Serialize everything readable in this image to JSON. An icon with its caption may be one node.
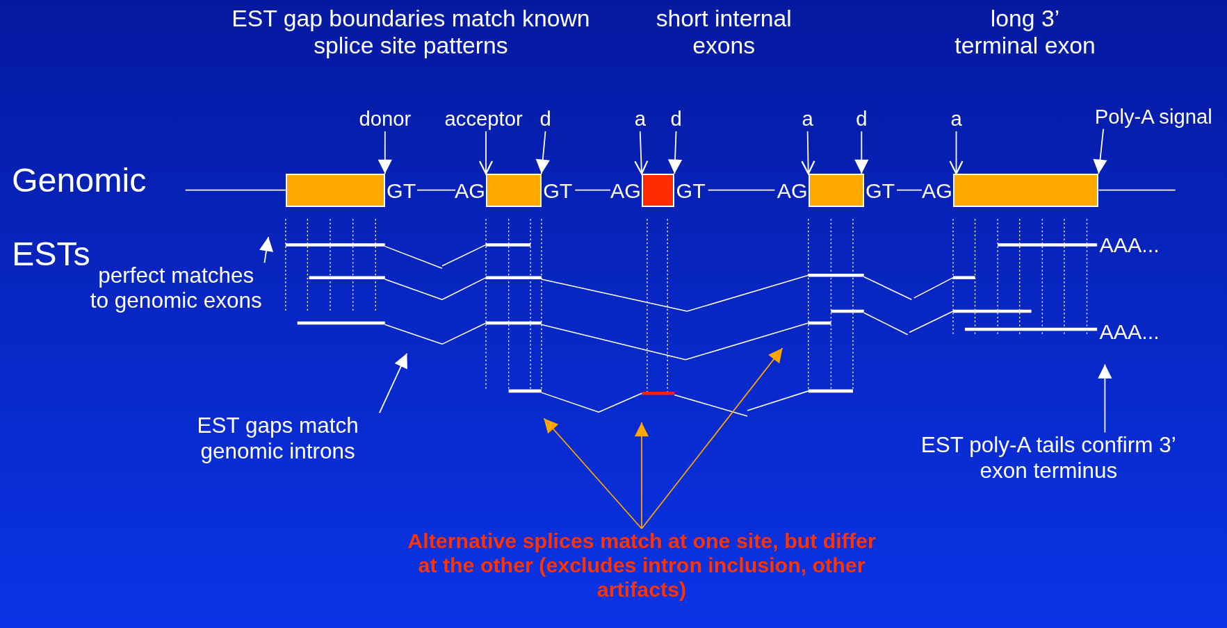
{
  "diagram": {
    "nodes": [
      {
        "text": [
          "donor"
        ]
      },
      {
        "text": [
          "acceptor"
        ]
      },
      {
        "text": [
          "d"
        ]
      },
      {
        "text": [
          "a"
        ]
      },
      {
        "text": [
          "d"
        ]
      },
      {
        "text": [
          "a"
        ]
      },
      {
        "text": [
          "d"
        ]
      },
      {
        "text": [
          "a"
        ]
      },
      {
        "text": [
          "Poly-A signal"
        ]
      },
      {
        "text": [],
        "shape": "box"
      },
      {
        "text": [],
        "shape": "box"
      },
      {
        "text": [],
        "shape": "box"
      },
      {
        "text": [],
        "shape": "box"
      },
      {
        "text": [],
        "shape": "box"
      },
      {
        "text": [
          "perfect matches to genomic exons"
        ]
      },
      {
        "text": [
          "EST gaps match genomic introns"
        ]
      },
      {
        "text": [
          "EST poly-A tails confirm 3’ exon terminus"
        ]
      },
      {
        "text": [
          "Alternative splices match at one site, but differ at the other (excludes intron inclusion, other artifacts)"
        ]
      }
    ],
    "edges": [
      {
        "from": 0,
        "to": 9,
        "arrow": "to"
      },
      {
        "from": 1,
        "to": 10,
        "arrow": "to"
      },
      {
        "from": 2,
        "to": 10,
        "arrow": "to"
      },
      {
        "from": 3,
        "to": 11,
        "arrow": "to"
      },
      {
        "from": 4,
        "to": 11,
        "arrow": "to"
      },
      {
        "from": 5,
        "to": 12,
        "arrow": "to"
      },
      {
        "from": 6,
        "to": 12,
        "arrow": "to"
      },
      {
        "from": 7,
        "to": 13,
        "arrow": "to"
      },
      {
        "from": 8,
        "to": 13,
        "arrow": "to"
      },
      {
        "from": 14,
        "to": null,
        "arrow": "to"
      },
      {
        "from": 15,
        "to": null,
        "arrow": "to"
      },
      {
        "from": 16,
        "to": null,
        "arrow": "to"
      },
      {
        "from": 17,
        "to": null,
        "arrow": "to",
        "color": "#ffa500"
      },
      {
        "from": 17,
        "to": null,
        "arrow": "to",
        "color": "#ffa500"
      },
      {
        "from": 17,
        "to": null,
        "arrow": "to",
        "color": "#ffa500"
      }
    ],
    "labels": [
      "EST gap boundaries match known splice site patterns",
      "short internal exons",
      "long 3’ terminal exon",
      "Genomic",
      "GT",
      "AG",
      "GT",
      "AG",
      "GT",
      "AG",
      "GT",
      "AG",
      "ESTs",
      "AAA...",
      "AAA..."
    ]
  }
}
